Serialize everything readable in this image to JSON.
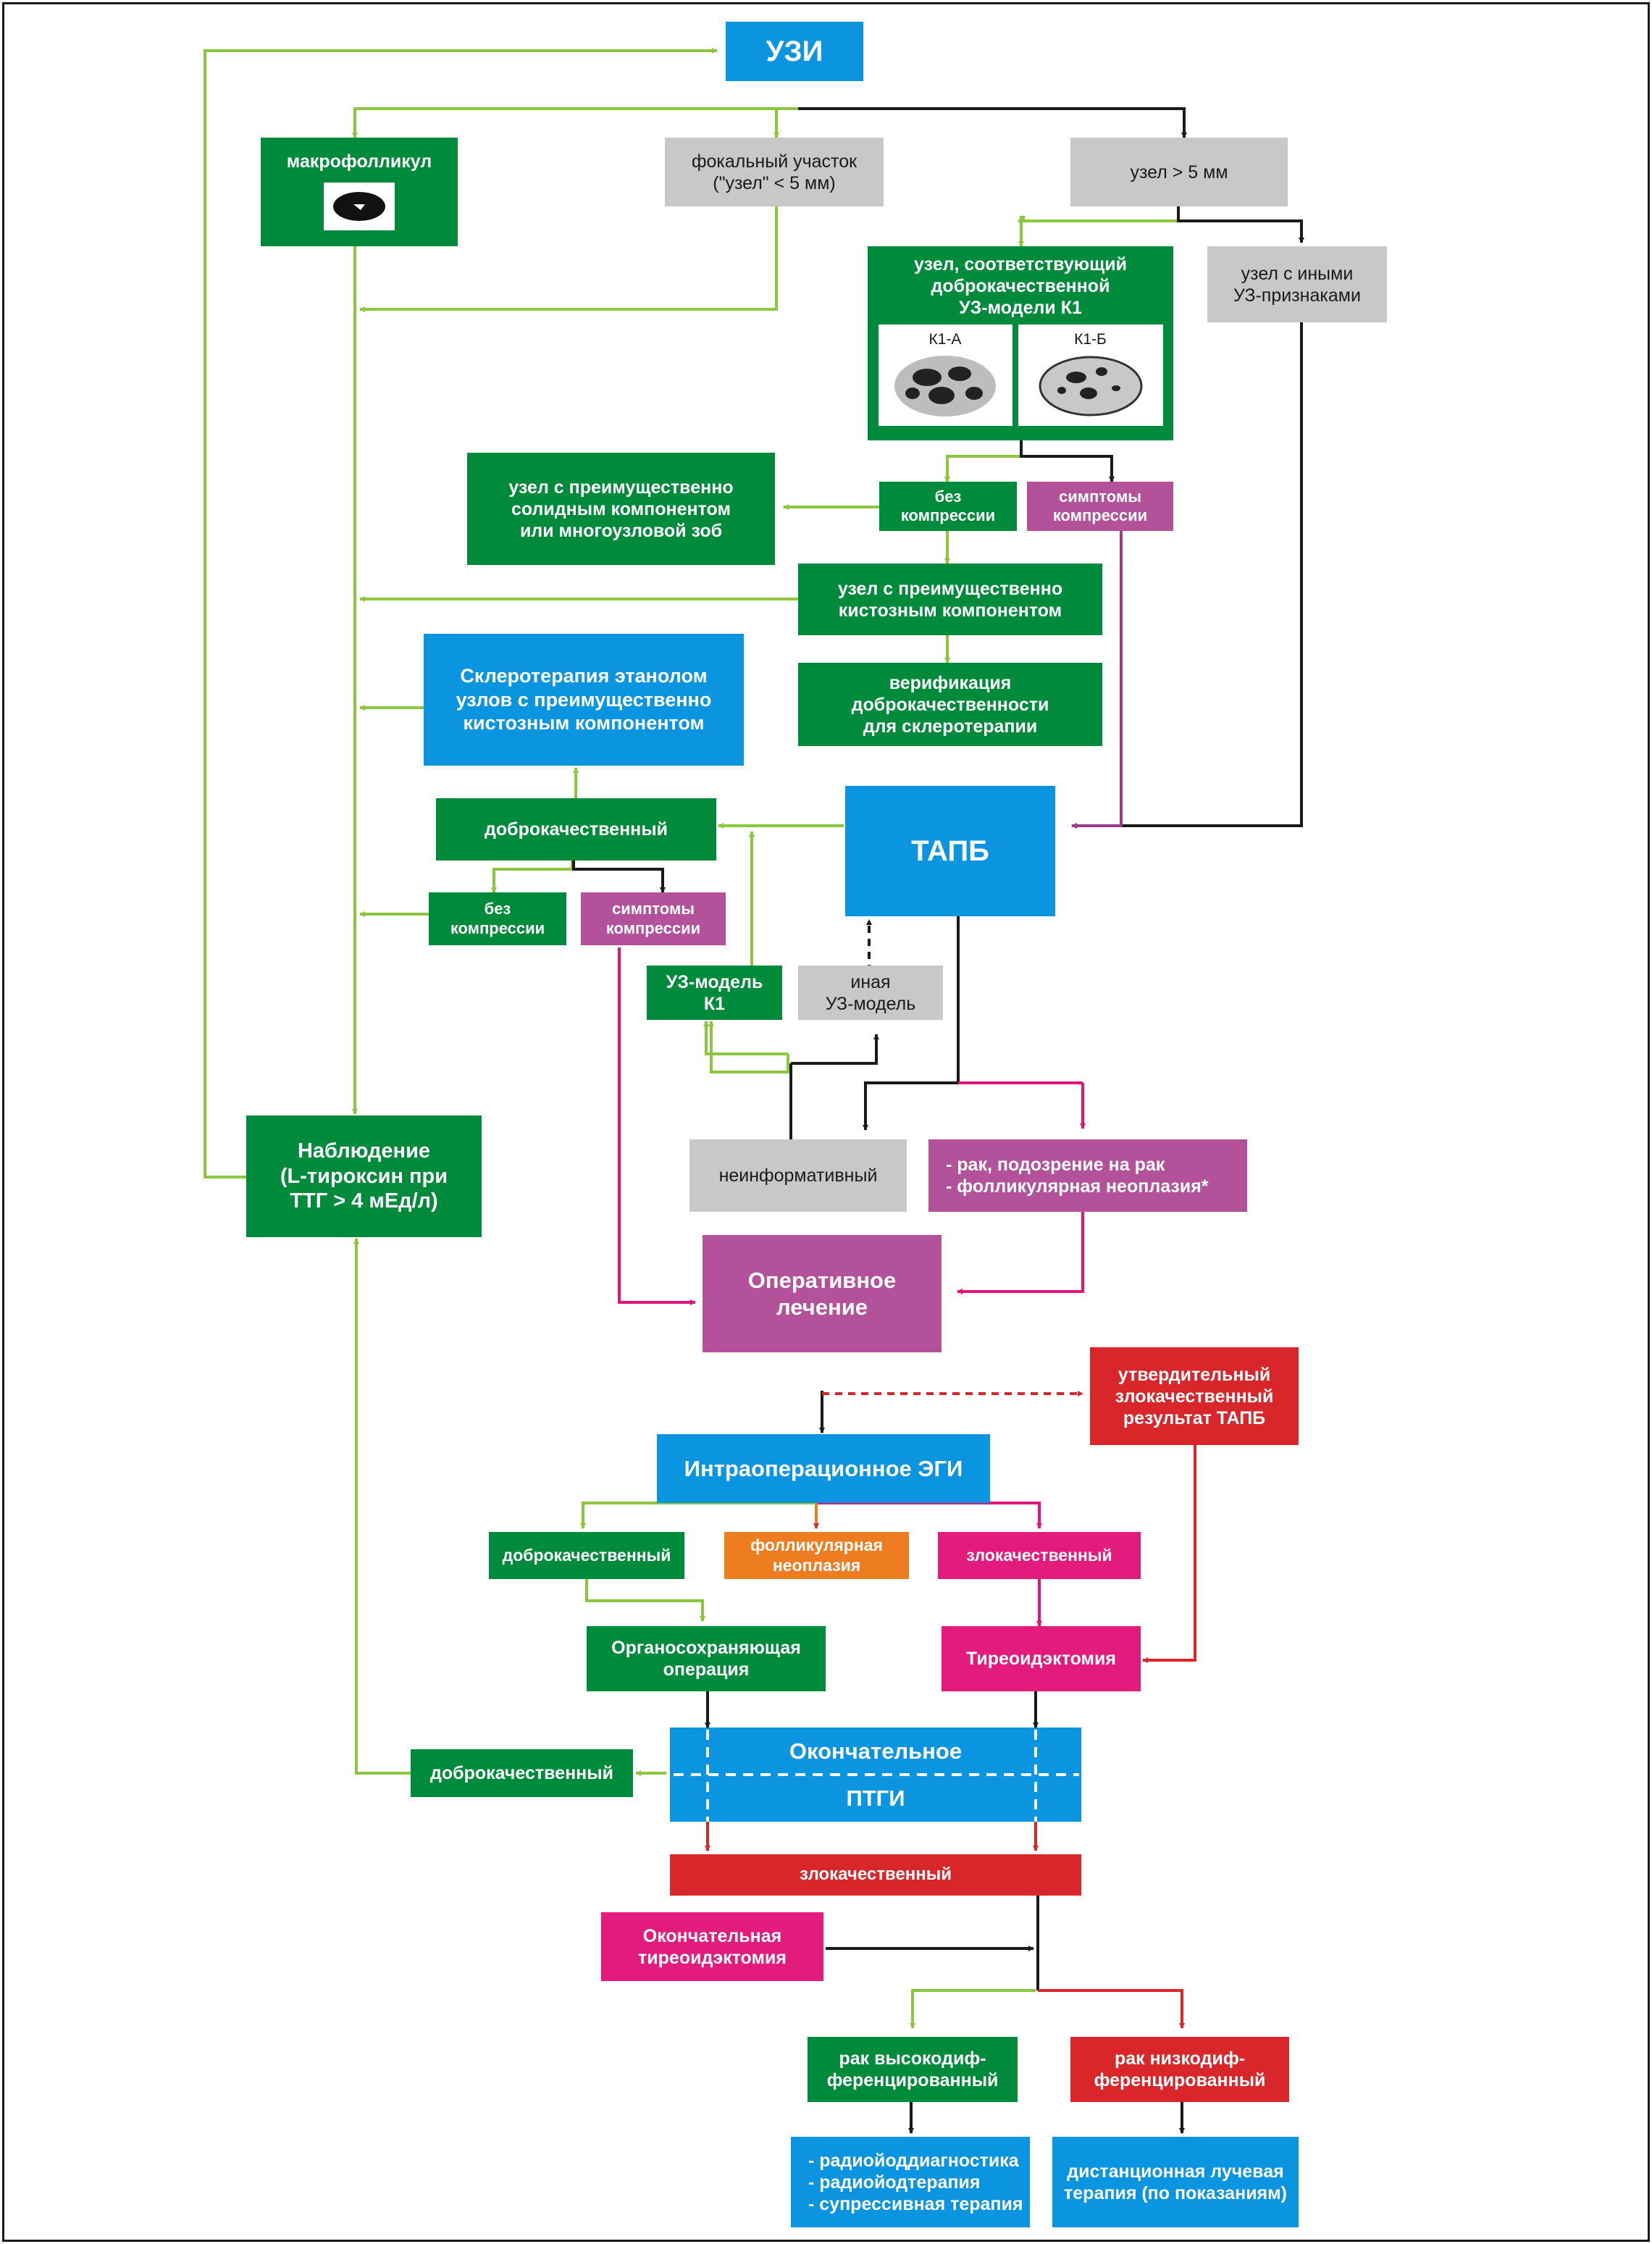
{
  "colors": {
    "green_box": "#008a3b",
    "blue_box": "#0b94e0",
    "magenta_box": "#b3519b",
    "pink_box": "#e21b7c",
    "red_box": "#d8262b",
    "orange_box": "#ee7d21",
    "gray_box": "#c8c8c8",
    "green_line": "#8cc63f",
    "black_line": "#1a1a1a",
    "magenta_line": "#9c3c83",
    "pink_line": "#e0147a",
    "red_line": "#d8262b"
  },
  "nodes": {
    "uzi": "УЗИ",
    "macrofollicle": "макрофолликул",
    "focal_area": "фокальный участок\n(\"узел\" < 5 мм)",
    "node_gt5": "узел > 5 мм",
    "benign_k1": "узел, соответствующий\nдоброкачественной\nУЗ-модели К1",
    "k1a": "К1-А",
    "k1b": "К1-Б",
    "other_signs": "узел с иными\nУЗ-признаками",
    "solid_component": "узел с преимущественно\nсолидным компонентом\nили многоузловой зоб",
    "no_compression_1": "без\nкомпрессии",
    "compression_symptoms_1": "симптомы\nкомпрессии",
    "cystic_component": "узел с преимущественно\nкистозным компонентом",
    "sclerotherapy": "Склеротерапия этанолом\nузлов с преимущественно\nкистозным компонентом",
    "verification": "верификация\nдоброкачественности\nдля склеротерапии",
    "benign_tapb": "доброкачественный",
    "tapb": "ТАПБ",
    "no_compression_2": "без\nкомпрессии",
    "compression_symptoms_2": "симптомы\nкомпрессии",
    "uz_model_k1": "УЗ-модель\nК1",
    "other_uz_model": "иная\nУЗ-модель",
    "observation": "Наблюдение\n(L-тироксин при\nТТГ > 4 мЕд/л)",
    "noninformative": "неинформативный",
    "cancer_suspicion": "- рак, подозрение на рак\n- фолликулярная неоплазия*",
    "surgery": "Оперативное\nлечение",
    "confirmed_malignant": "утвердительный\nзлокачественный\nрезультат ТАПБ",
    "intraop_egi": "Интраоперационное ЭГИ",
    "benign_egi": "доброкачественный",
    "follicular_neoplasia": "фолликулярная\nнеоплазия",
    "malignant_egi": "злокачественный",
    "organ_sparing": "Органосохраняющая\nоперация",
    "thyroidectomy": "Тиреоидэктомия",
    "final_ptgi_top": "Окончательное",
    "final_ptgi_bottom": "ПТГИ",
    "benign_final": "доброкачественный",
    "malignant_final": "злокачественный",
    "final_thyroidectomy": "Окончательная\nтиреоидэктомия",
    "well_diff": "рак высокодиф-\nференцированный",
    "poorly_diff": "рак низкодиф-\nференцированный",
    "radioiodine": "- радиойоддиагностика\n- радиойодтерапия\n- супрессивная терапия",
    "radiation": "дистанционная лучевая\nтерапия (по показаниям)"
  }
}
